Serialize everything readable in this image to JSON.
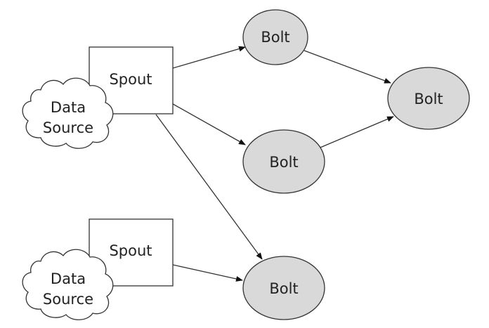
{
  "nodes": {
    "spout_top": {
      "label": "Spout"
    },
    "spout_bottom": {
      "label": "Spout"
    },
    "source_top": {
      "label_line1": "Data",
      "label_line2": "Source"
    },
    "source_bottom": {
      "label_line1": "Data",
      "label_line2": "Source"
    },
    "bolt_top": {
      "label": "Bolt"
    },
    "bolt_right": {
      "label": "Bolt"
    },
    "bolt_middle": {
      "label": "Bolt"
    },
    "bolt_bottom": {
      "label": "Bolt"
    }
  },
  "colors": {
    "bolt_fill": "#d9d9d9",
    "spout_fill": "#ffffff",
    "cloud_fill": "#ffffff",
    "stroke": "#333333"
  }
}
